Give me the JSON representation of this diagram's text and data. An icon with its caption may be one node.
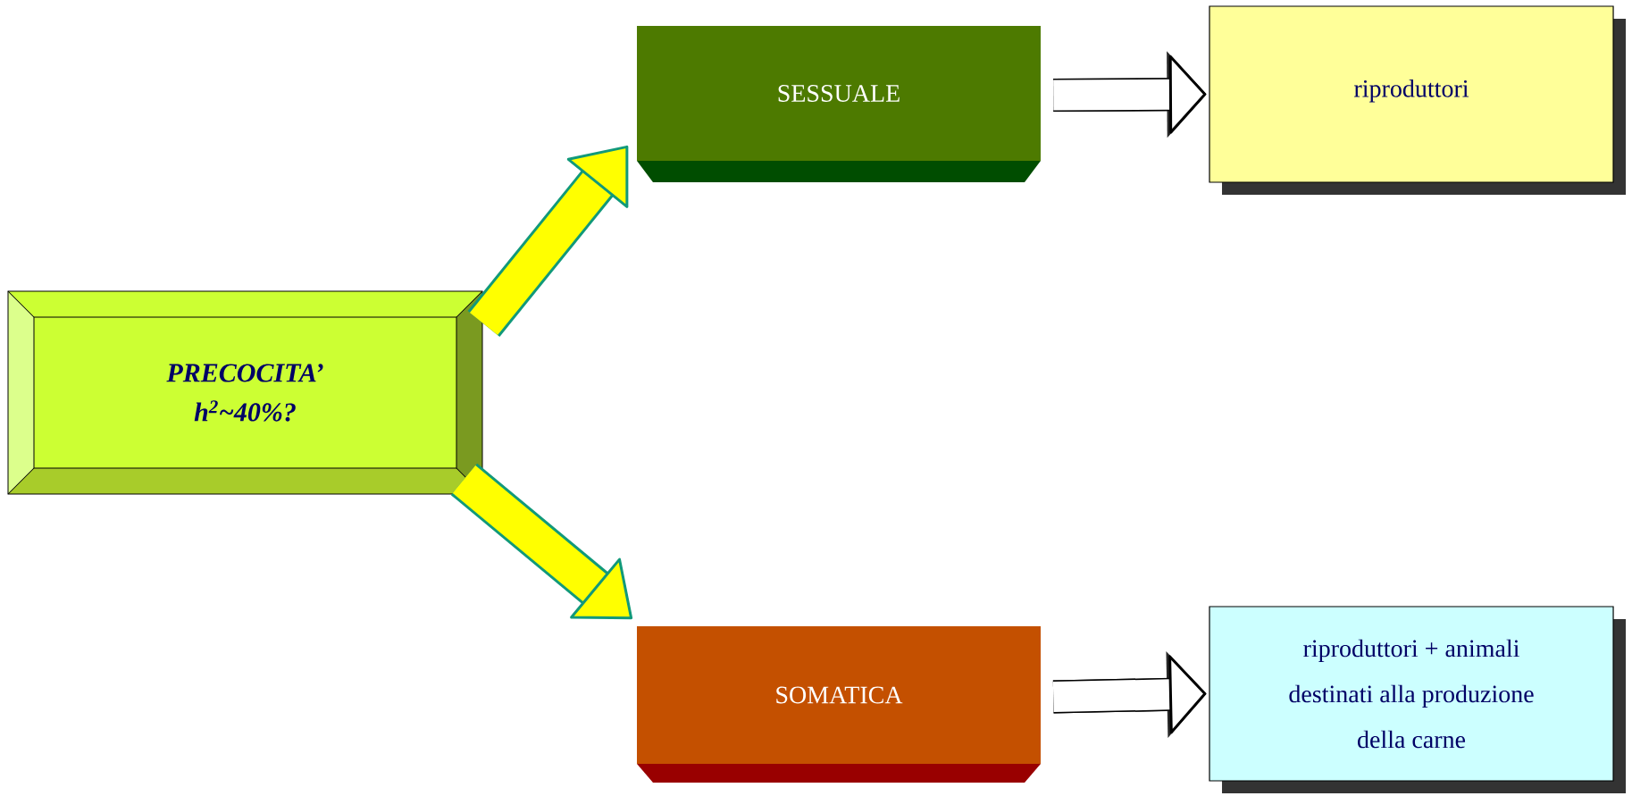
{
  "diagram": {
    "nodes": [
      {
        "text": [
          "PRECOCITA’",
          "h$^{2}$~40%?"
        ]
      },
      {
        "text": [
          "SESSUALE"
        ]
      },
      {
        "text": [
          "riproduttori"
        ]
      },
      {
        "text": [
          "SOMATICA"
        ]
      },
      {
        "text": [
          "riproduttori + animali destinati alla produzione della carne"
        ]
      }
    ],
    "edges": [
      {
        "from": 0,
        "to": 1,
        "arrow": "to",
        "color": "#11997a"
      },
      {
        "from": 1,
        "to": 2,
        "arrow": "to",
        "color": "#000000"
      },
      {
        "from": 0,
        "to": 3,
        "arrow": "to",
        "color": "#11997a"
      },
      {
        "from": 3,
        "to": 4,
        "arrow": "to",
        "color": "#000000"
      }
    ]
  }
}
